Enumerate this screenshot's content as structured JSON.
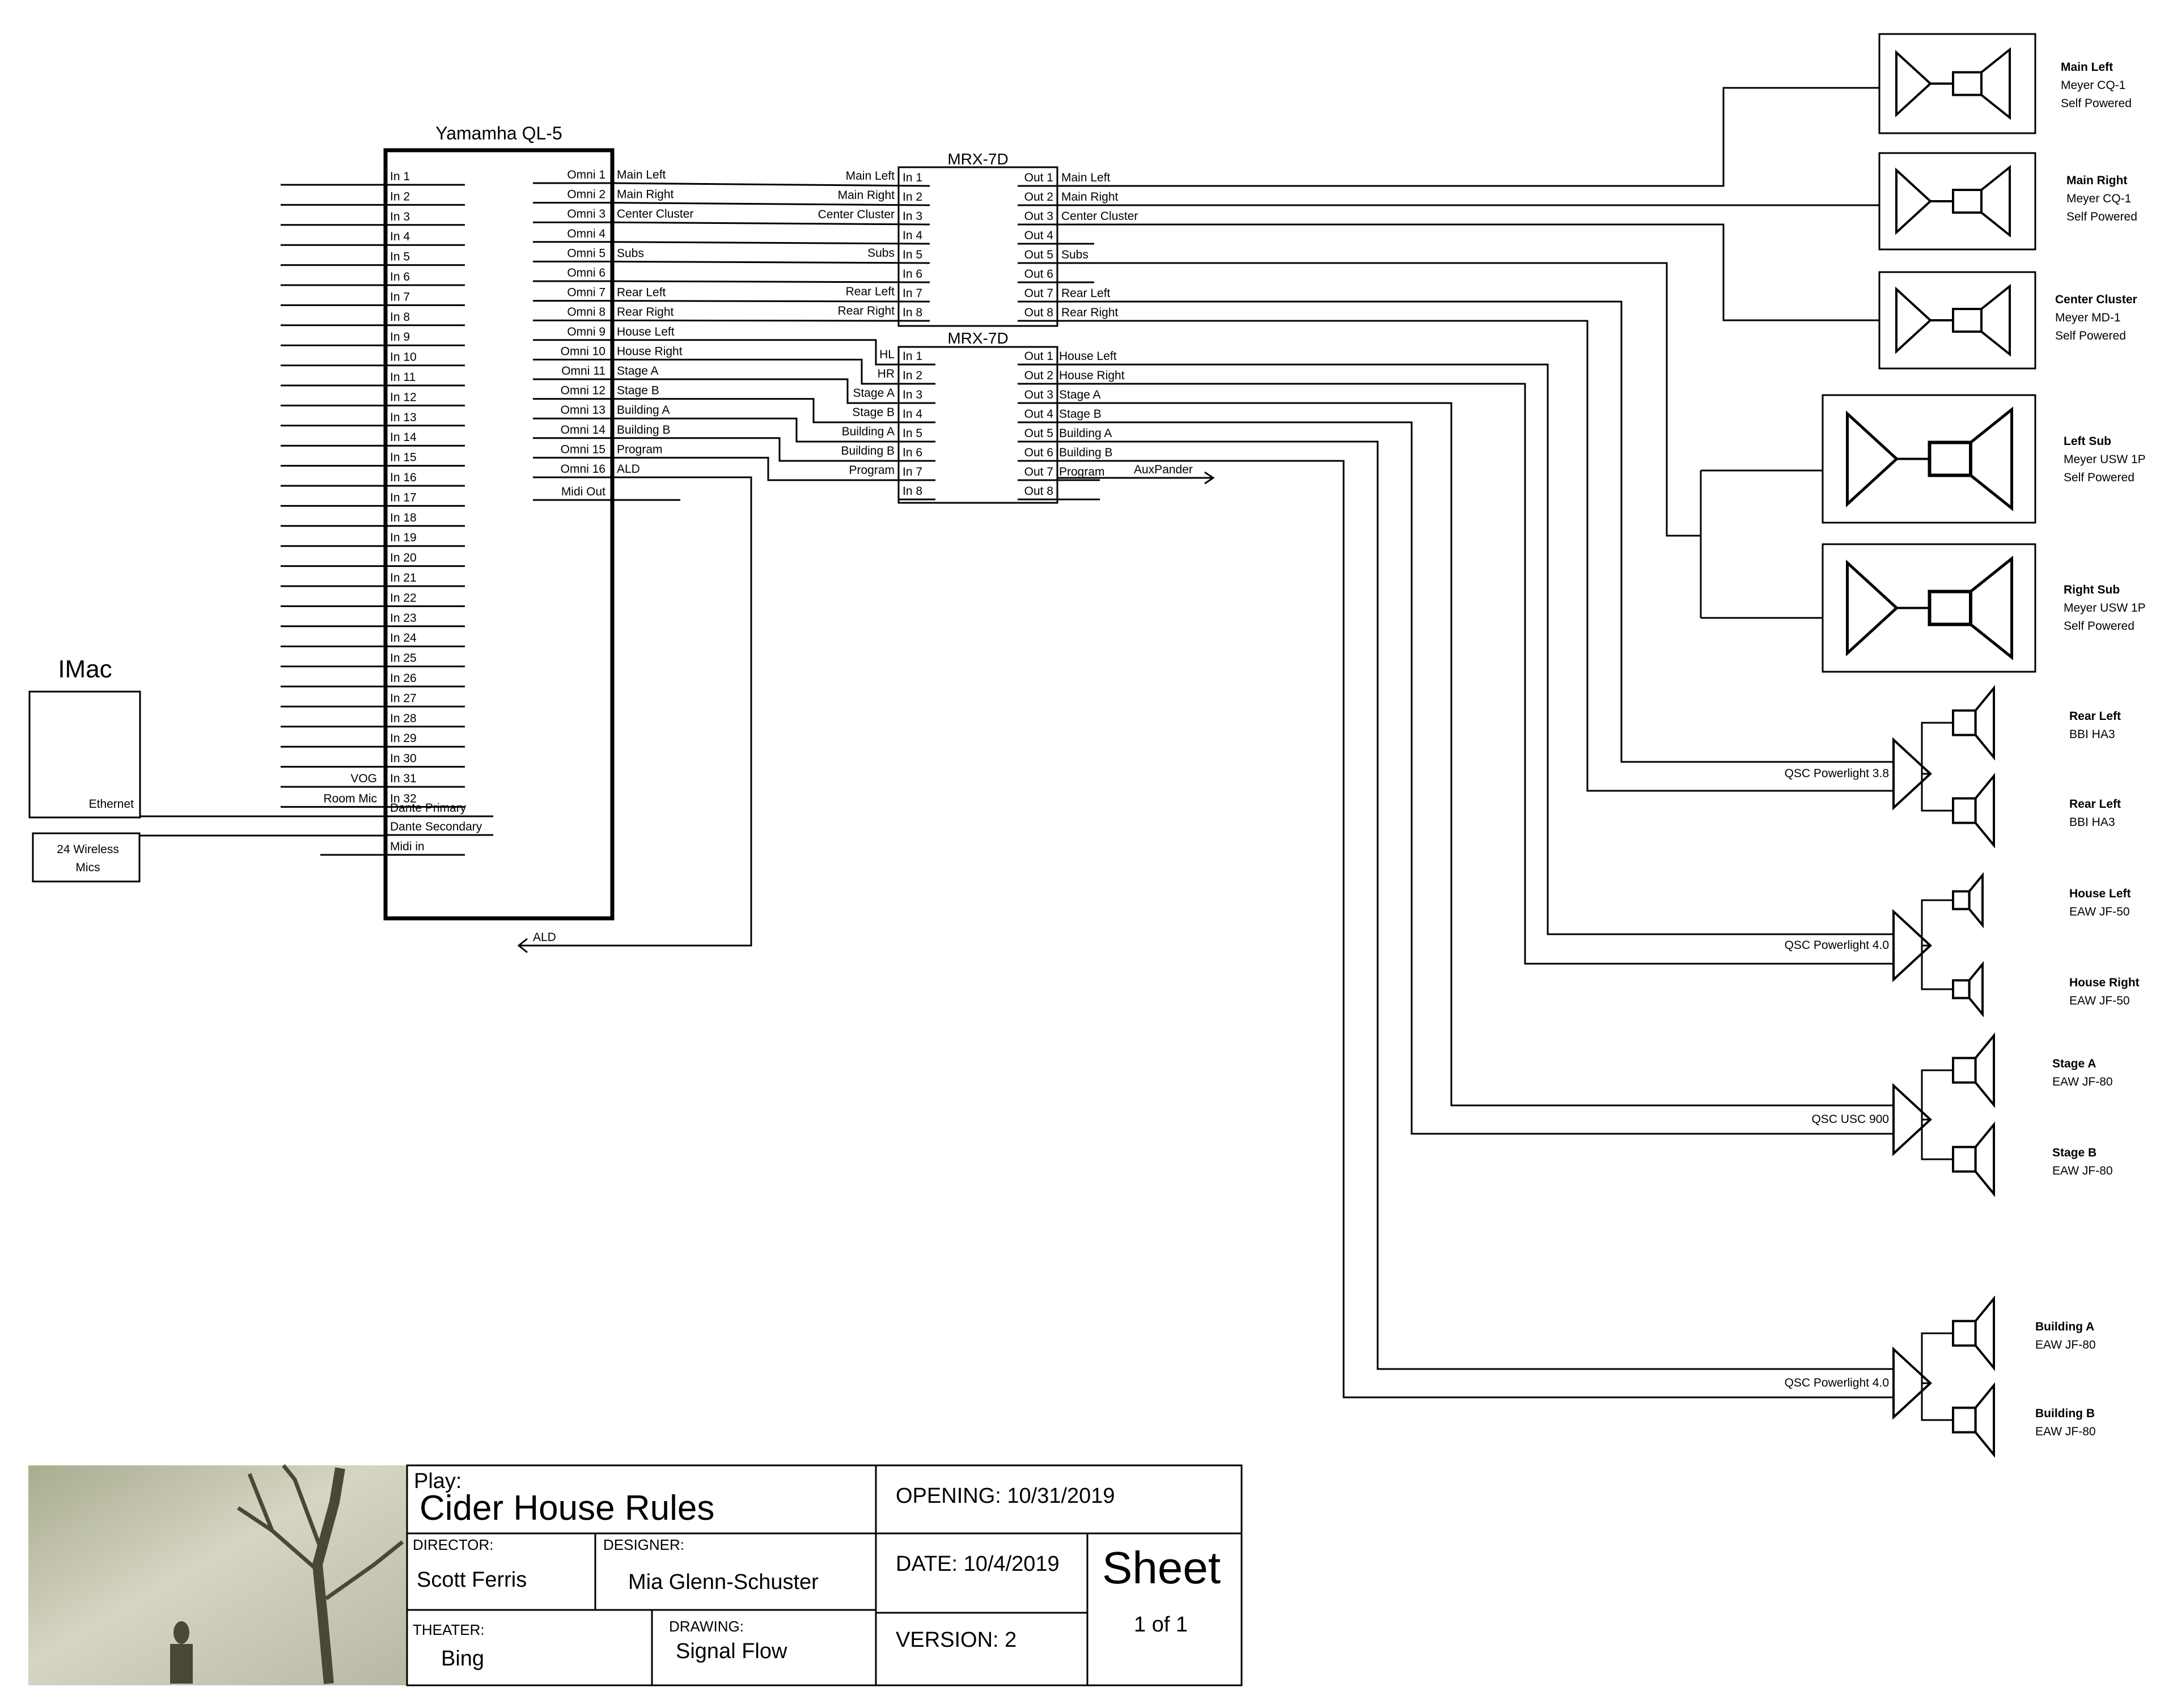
{
  "console": {
    "title": "Yamamha QL-5",
    "inputs": [
      "In 1",
      "In 2",
      "In 3",
      "In 4",
      "In 5",
      "In 6",
      "In 7",
      "In 8",
      "In 9",
      "In 10",
      "In 11",
      "In 12",
      "In 13",
      "In 14",
      "In 15",
      "In 16",
      "In 17",
      "In 18",
      "In 19",
      "In 20",
      "In 21",
      "In 22",
      "In 23",
      "In 24",
      "In 25",
      "In 26",
      "In 27",
      "In 28",
      "In 29",
      "In 30",
      "In 31",
      "In 32"
    ],
    "input_sources": {
      "30": "VOG",
      "31": "Room Mic"
    },
    "extra_ports": [
      "Dante Primary",
      "Dante Secondary",
      "Midi in"
    ],
    "omni": [
      {
        "port": "Omni 1",
        "signal": "Main Left"
      },
      {
        "port": "Omni 2",
        "signal": "Main Right"
      },
      {
        "port": "Omni 3",
        "signal": "Center Cluster"
      },
      {
        "port": "Omni 4",
        "signal": ""
      },
      {
        "port": "Omni 5",
        "signal": "Subs"
      },
      {
        "port": "Omni 6",
        "signal": ""
      },
      {
        "port": "Omni 7",
        "signal": "Rear Left"
      },
      {
        "port": "Omni 8",
        "signal": "Rear Right"
      },
      {
        "port": "Omni 9",
        "signal": "House Left"
      },
      {
        "port": "Omni 10",
        "signal": "House Right"
      },
      {
        "port": "Omni 11",
        "signal": "Stage A"
      },
      {
        "port": "Omni 12",
        "signal": "Stage B"
      },
      {
        "port": "Omni 13",
        "signal": "Building A"
      },
      {
        "port": "Omni 14",
        "signal": "Building B"
      },
      {
        "port": "Omni 15",
        "signal": "Program"
      },
      {
        "port": "Omni 16",
        "signal": "ALD"
      }
    ],
    "midi_out": "Midi Out",
    "ald_return": "ALD"
  },
  "imac": {
    "title": "IMac",
    "port": "Ethernet"
  },
  "wireless": {
    "label_line1": "24 Wireless",
    "label_line2": "Mics"
  },
  "mrx1": {
    "title": "MRX-7D",
    "ins": [
      "In 1",
      "In 2",
      "In 3",
      "In 4",
      "In 5",
      "In 6",
      "In 7",
      "In 8"
    ],
    "outs": [
      "Out 1",
      "Out 2",
      "Out 3",
      "Out 4",
      "Out 5",
      "Out 6",
      "Out 7",
      "Out 8"
    ],
    "in_labels": [
      "Main Left",
      "Main Right",
      "Center Cluster",
      "",
      "Subs",
      "",
      "Rear Left",
      "Rear Right"
    ],
    "out_labels": [
      "Main Left",
      "Main Right",
      "Center Cluster",
      "",
      "Subs",
      "",
      "Rear Left",
      "Rear Right"
    ]
  },
  "mrx2": {
    "title": "MRX-7D",
    "ins": [
      "In 1",
      "In 2",
      "In 3",
      "In 4",
      "In 5",
      "In 6",
      "In 7",
      "In 8"
    ],
    "outs": [
      "Out 1",
      "Out 2",
      "Out 3",
      "Out 4",
      "Out 5",
      "Out 6",
      "Out 7",
      "Out 8"
    ],
    "in_labels": [
      "HL",
      "HR",
      "Stage A",
      "Stage B",
      "Building A",
      "Building B",
      "Program",
      ""
    ],
    "out_labels": [
      "House Left",
      "House Right",
      "Stage A",
      "Stage B",
      "Building A",
      "Building B",
      "Program",
      ""
    ],
    "aux": "AuxPander"
  },
  "speakers": [
    {
      "name": "Main Left",
      "model": "Meyer CQ-1",
      "note": "Self Powered"
    },
    {
      "name": "Main Right",
      "model": "Meyer CQ-1",
      "note": "Self Powered"
    },
    {
      "name": "Center Cluster",
      "model": "Meyer  MD-1",
      "note": "Self Powered"
    },
    {
      "name": "Left Sub",
      "model": "Meyer USW 1P",
      "note": "Self Powered"
    },
    {
      "name": "Right Sub",
      "model": "Meyer USW 1P",
      "note": "Self Powered"
    }
  ],
  "amps": [
    {
      "label": "QSC Powerlight 3.8",
      "outputs": [
        {
          "name": "Rear Left",
          "model": "BBI HA3"
        },
        {
          "name": "Rear Left",
          "model": "BBI HA3"
        }
      ]
    },
    {
      "label": "QSC Powerlight 4.0",
      "outputs": [
        {
          "name": "House Left",
          "model": "EAW JF-50"
        },
        {
          "name": "House Right",
          "model": "EAW JF-50"
        }
      ]
    },
    {
      "label": "QSC USC 900",
      "outputs": [
        {
          "name": "Stage A",
          "model": "EAW JF-80"
        },
        {
          "name": "Stage B",
          "model": "EAW JF-80"
        }
      ]
    },
    {
      "label": "QSC Powerlight 4.0",
      "outputs": [
        {
          "name": "Building A",
          "model": "EAW JF-80"
        },
        {
          "name": "Building B",
          "model": "EAW JF-80"
        }
      ]
    }
  ],
  "title_block": {
    "play_label": "Play:",
    "play": "Cider House Rules",
    "opening": "OPENING: 10/31/2019",
    "director_label": "DIRECTOR:",
    "director": "Scott Ferris",
    "designer_label": "DESIGNER:",
    "designer": "Mia Glenn-Schuster",
    "date": "DATE: 10/4/2019",
    "sheet": "Sheet",
    "sheet_count": "1 of 1",
    "theater_label": "THEATER:",
    "theater": "Bing",
    "drawing_label": "DRAWING:",
    "drawing": "Signal Flow",
    "version": "VERSION: 2"
  }
}
